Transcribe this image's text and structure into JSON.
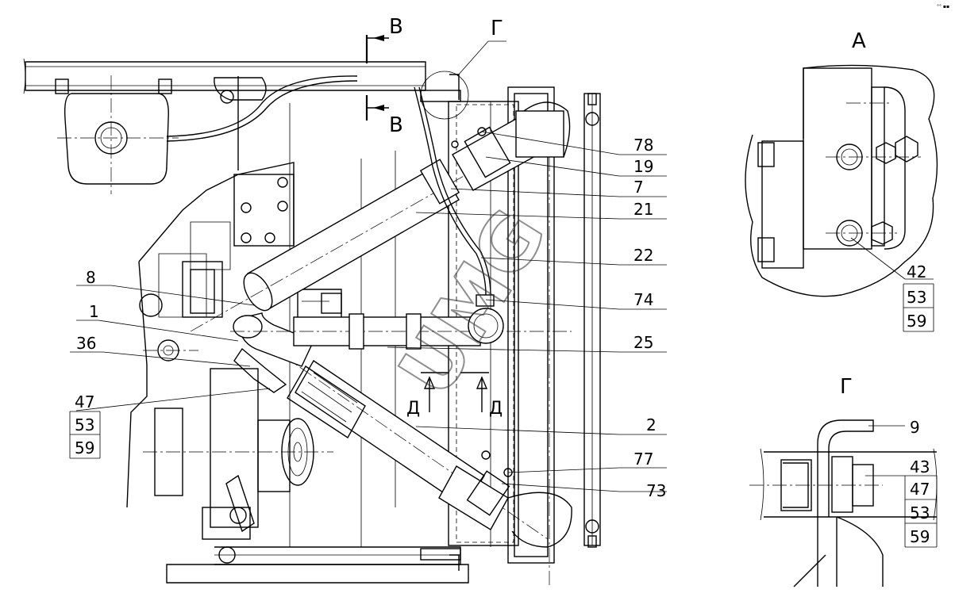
{
  "drawing": {
    "watermark": "UMG",
    "corner_marks": "°° ▪▪",
    "view_labels": {
      "A": "А",
      "G": "Г",
      "section_top": "B",
      "section_bottom": "B"
    },
    "main_view_callouts": [
      {
        "id": "78",
        "label": "78"
      },
      {
        "id": "19",
        "label": "19"
      },
      {
        "id": "7",
        "label": "7"
      },
      {
        "id": "21",
        "label": "21"
      },
      {
        "id": "22",
        "label": "22"
      },
      {
        "id": "74",
        "label": "74"
      },
      {
        "id": "25",
        "label": "25"
      },
      {
        "id": "2",
        "label": "2"
      },
      {
        "id": "77",
        "label": "77"
      },
      {
        "id": "73",
        "label": "73"
      },
      {
        "id": "8",
        "label": "8"
      },
      {
        "id": "1",
        "label": "1"
      },
      {
        "id": "36",
        "label": "36"
      }
    ],
    "main_view_stack": [
      "47",
      "53",
      "59"
    ],
    "view_a_stack": [
      "42",
      "53",
      "59"
    ],
    "view_g_callouts": {
      "part": "9",
      "stack": [
        "43",
        "47",
        "53",
        "59"
      ]
    },
    "section_marks": [
      "Д",
      "Д"
    ]
  }
}
